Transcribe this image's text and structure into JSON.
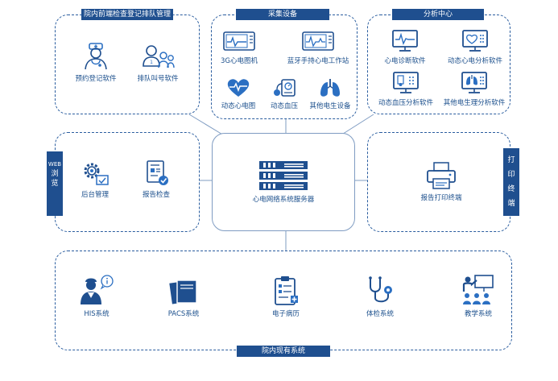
{
  "groups": {
    "registration": {
      "title": "院内前端检查登记排队管理",
      "items": [
        {
          "label": "预约登记软件",
          "icon": "nurse-icon"
        },
        {
          "label": "排队叫号软件",
          "icon": "queue-people-icon"
        }
      ]
    },
    "acquisition": {
      "title": "采集设备",
      "items": [
        {
          "label": "3G心电图机",
          "icon": "ecg-monitor-icon"
        },
        {
          "label": "蓝牙手持心电工作站",
          "icon": "handheld-ecg-icon"
        },
        {
          "label": "动态心电图",
          "icon": "heart-pulse-icon"
        },
        {
          "label": "动态血压",
          "icon": "blood-pressure-icon"
        },
        {
          "label": "其他电生设备",
          "icon": "lungs-icon"
        }
      ]
    },
    "analysis": {
      "title": "分析中心",
      "items": [
        {
          "label": "心电诊断软件",
          "icon": "ecg-diagnosis-icon"
        },
        {
          "label": "动态心电分析软件",
          "icon": "heart-analysis-icon"
        },
        {
          "label": "动态血压分析软件",
          "icon": "bp-analysis-icon"
        },
        {
          "label": "其他电生理分析软件",
          "icon": "lung-analysis-icon"
        }
      ]
    },
    "web": {
      "tag_chars": [
        "WEB",
        "浏",
        "览"
      ],
      "items": [
        {
          "label": "后台管理",
          "icon": "gears-icon"
        },
        {
          "label": "报告检查",
          "icon": "report-check-icon"
        }
      ]
    },
    "server": {
      "label": "心电网络系统服务器",
      "icon": "server-rack-icon"
    },
    "print": {
      "tag_chars": [
        "打",
        "印",
        "终",
        "端"
      ],
      "items": [
        {
          "label": "报告打印终端",
          "icon": "printer-icon"
        }
      ]
    },
    "hospital": {
      "title": "院内现有系统",
      "items": [
        {
          "label": "HIS系统",
          "icon": "doctor-info-icon"
        },
        {
          "label": "PACS系统",
          "icon": "films-icon"
        },
        {
          "label": "电子病历",
          "icon": "medical-record-icon"
        },
        {
          "label": "体检系统",
          "icon": "stethoscope-icon"
        },
        {
          "label": "教学系统",
          "icon": "teaching-icon"
        }
      ]
    }
  },
  "colors": {
    "primary": "#1f4f8f",
    "accent": "#2b6fc2",
    "border": "#2a5d9f"
  }
}
